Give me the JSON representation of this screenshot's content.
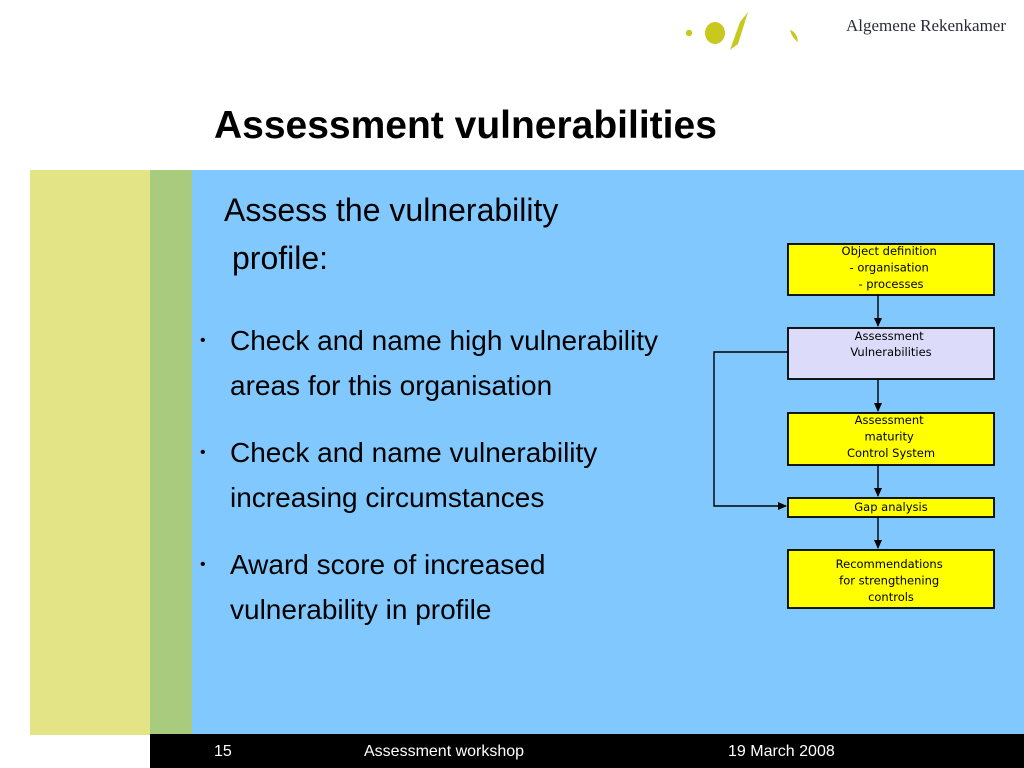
{
  "header": {
    "brand": "Algemene Rekenkamer",
    "title": "Assessment vulnerabilities"
  },
  "content": {
    "intro_line1": "Assess the vulnerability",
    "intro_line2": "profile:",
    "bullets": [
      "Check and name high vulnerability areas for this organisation",
      "Check and name vulnerability increasing circumstances",
      "Award score of increased vulnerability in profile"
    ]
  },
  "flowchart": {
    "boxes": [
      {
        "lines": [
          "Object definition",
          "- organisation",
          "- processes"
        ],
        "fill": "#ffff00"
      },
      {
        "lines": [
          "Assessment",
          "Vulnerabilities"
        ],
        "fill": "#dcdcfa"
      },
      {
        "lines": [
          "Assessment",
          "maturity",
          "Control System"
        ],
        "fill": "#ffff00"
      },
      {
        "lines": [
          "Gap analysis"
        ],
        "fill": "#ffff00"
      },
      {
        "lines": [
          "Recommendations",
          "for strengthening",
          "controls"
        ],
        "fill": "#ffff00"
      }
    ]
  },
  "footer": {
    "page": "15",
    "event": "Assessment workshop",
    "date": "19 March 2008"
  },
  "colors": {
    "panel": "#80c8fe",
    "band_yellow": "#e2e486",
    "band_green": "#a8cb7e",
    "logo_olive": "#c8c81e",
    "box_highlight": "#ffff00"
  }
}
